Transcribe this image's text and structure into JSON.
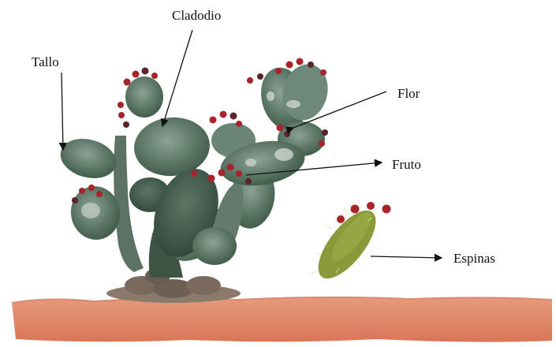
{
  "labels": {
    "cladodio": "Cladodio",
    "tallo": "Tallo",
    "flor": "Flor",
    "fruto": "Fruto",
    "espinas": "Espinas"
  },
  "colors": {
    "pad_dark": "#3f5a4a",
    "pad_mid": "#56705e",
    "pad_light": "#7d9488",
    "fruit": "#a8232a",
    "fruit_dark": "#5a2428",
    "spiny_pad": "#8a9a3a",
    "ground": "#e08868",
    "ground_edge": "#c86a4c",
    "soil": "#7a6a5e",
    "line": "#111111"
  }
}
